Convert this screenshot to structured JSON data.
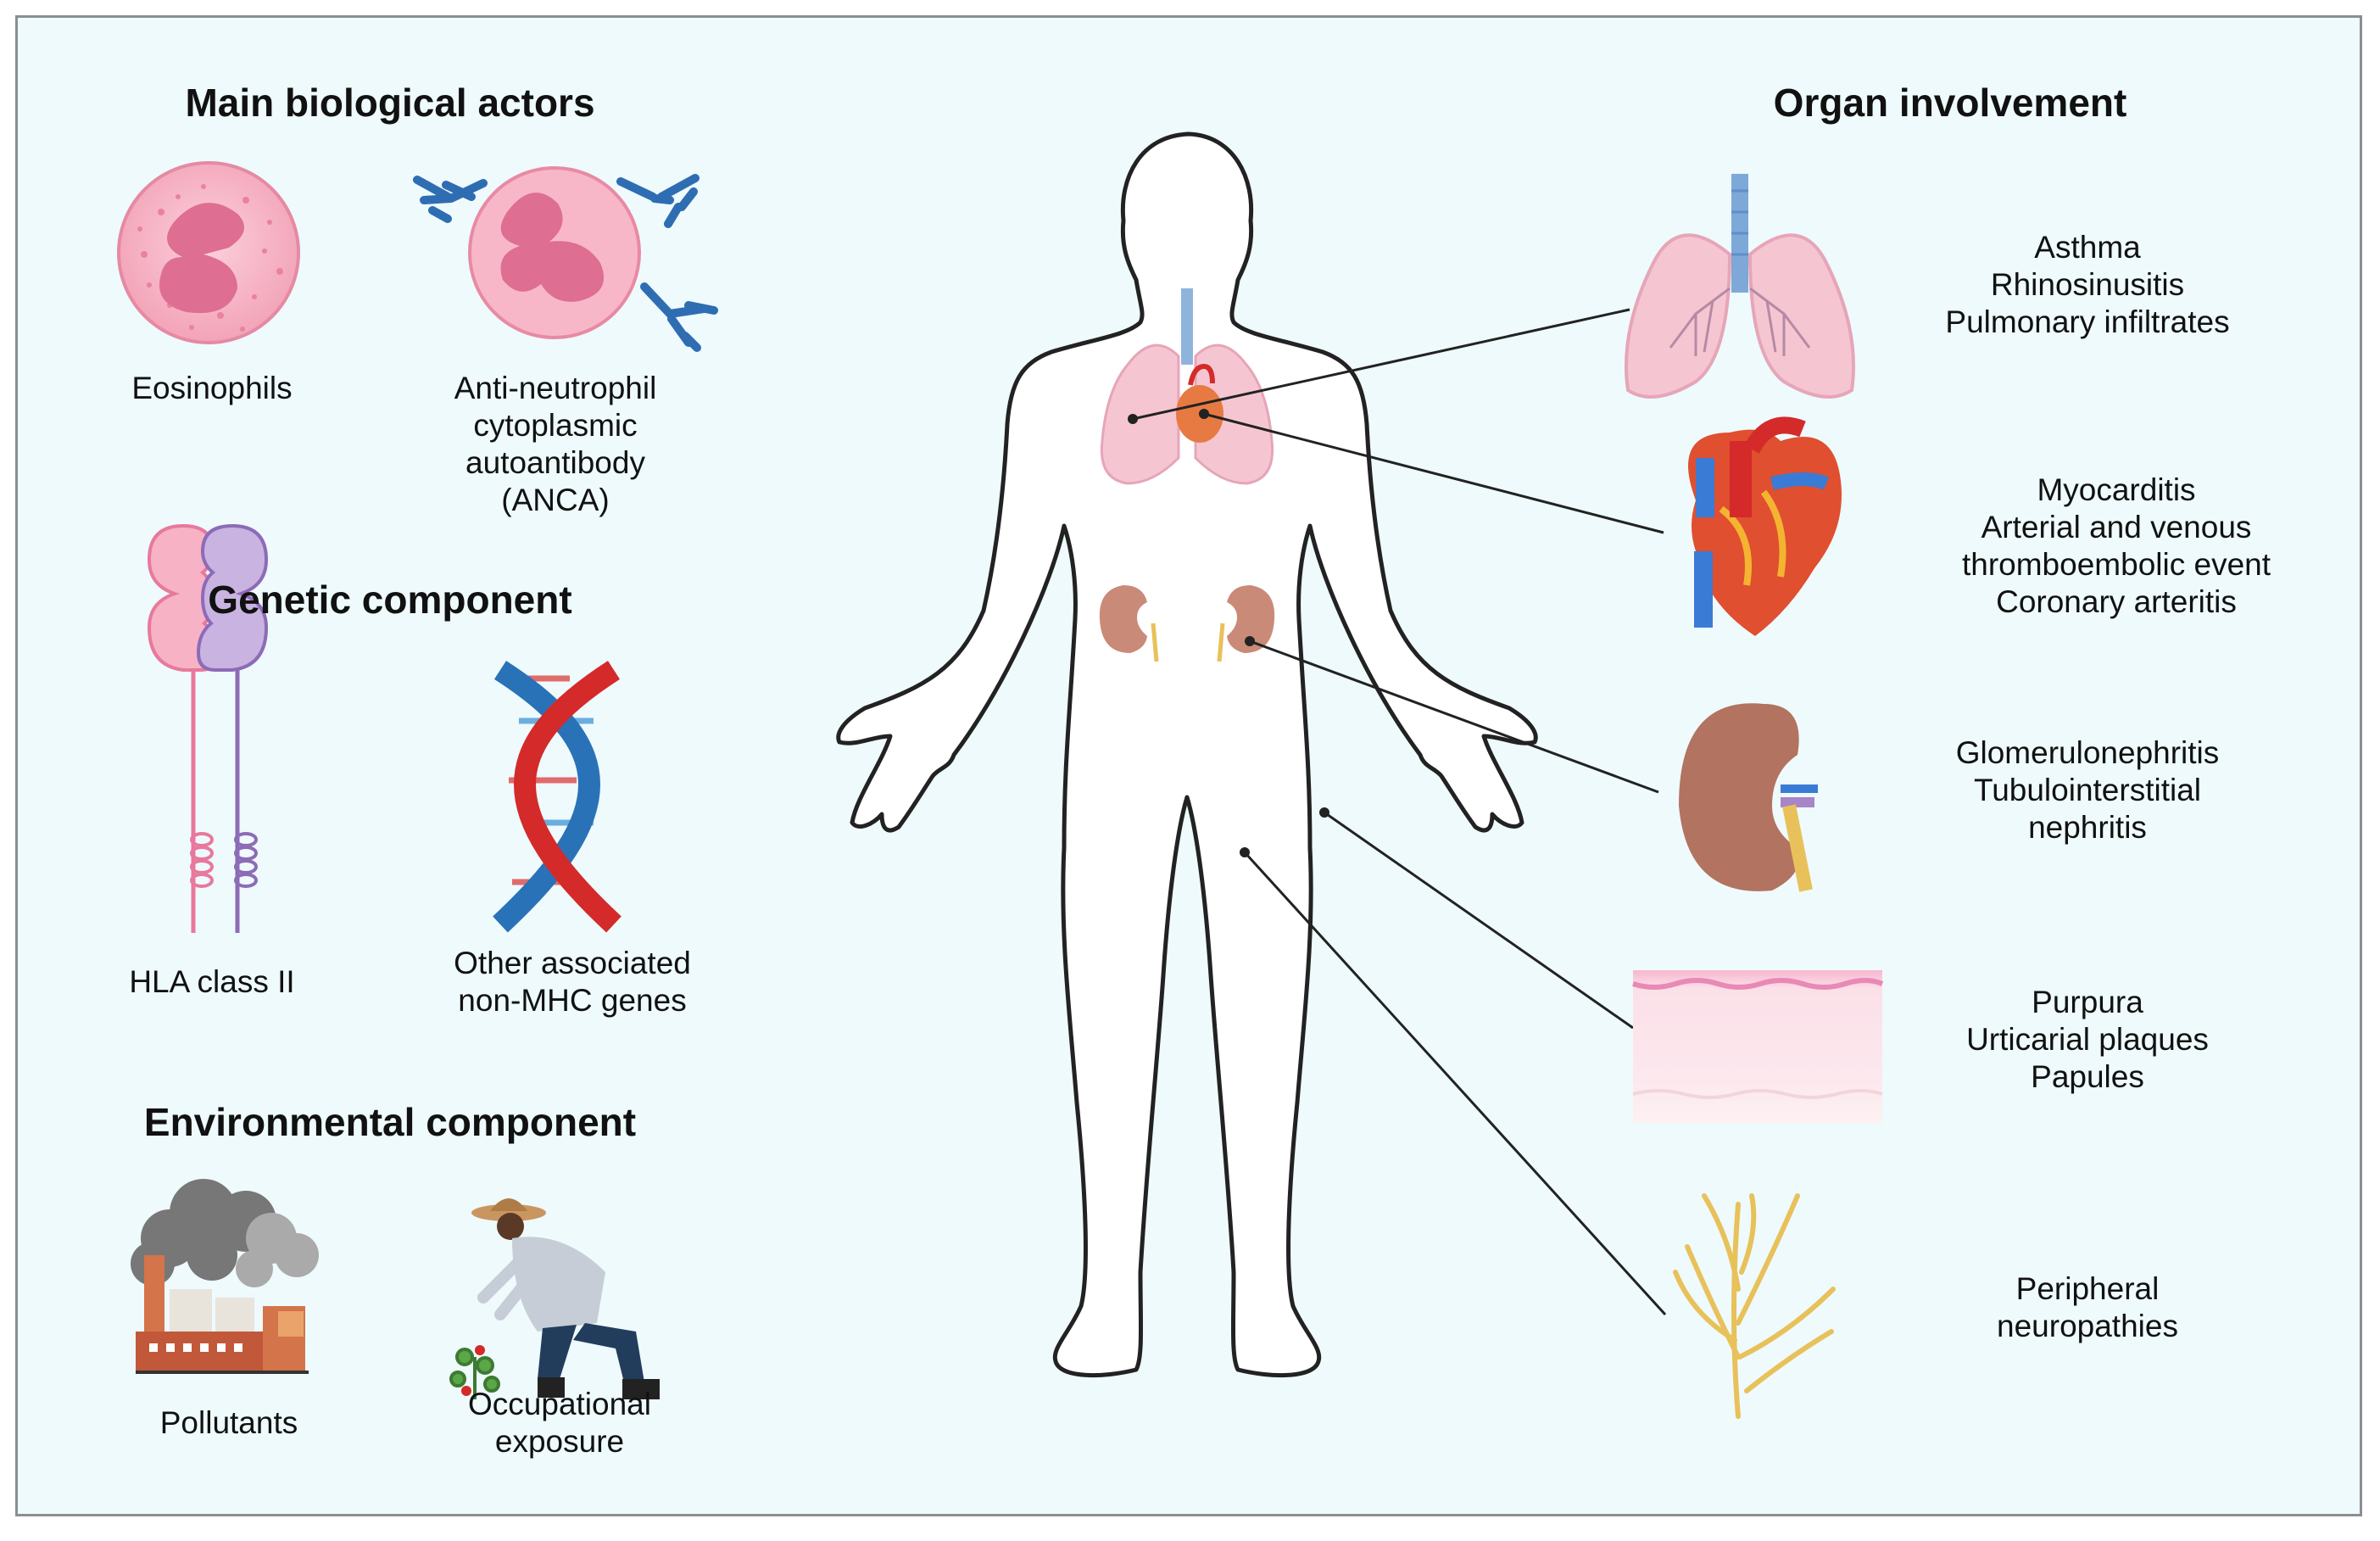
{
  "sections": {
    "biological": {
      "title": "Main biological actors",
      "items": [
        {
          "label": [
            "Eosinophils"
          ],
          "icon": "eosinophil-icon"
        },
        {
          "label": [
            "Anti-neutrophil",
            "cytoplasmic",
            "autoantibody",
            "(ANCA)"
          ],
          "icon": "anca-neutrophil-icon"
        }
      ]
    },
    "genetic": {
      "title": "Genetic component",
      "items": [
        {
          "label": [
            "HLA class II"
          ],
          "icon": "hla-molecule-icon"
        },
        {
          "label": [
            "Other associated",
            "non-MHC genes"
          ],
          "icon": "dna-helix-icon"
        }
      ]
    },
    "environmental": {
      "title": "Environmental component",
      "items": [
        {
          "label": [
            "Pollutants"
          ],
          "icon": "factory-pollution-icon"
        },
        {
          "label": [
            "Occupational",
            "exposure"
          ],
          "icon": "farmer-icon"
        }
      ]
    }
  },
  "organs": {
    "title": "Organ involvement",
    "items": [
      {
        "organ": "lung",
        "icon": "lung-icon",
        "label": [
          "Asthma",
          "Rhinosinusitis",
          "Pulmonary infiltrates"
        ]
      },
      {
        "organ": "heart",
        "icon": "heart-icon",
        "label": [
          "Myocarditis",
          "Arterial and venous",
          "thromboembolic event",
          "Coronary arteritis"
        ]
      },
      {
        "organ": "kidney",
        "icon": "kidney-icon",
        "label": [
          "Glomerulonephritis",
          "Tubulointerstitial",
          "nephritis"
        ]
      },
      {
        "organ": "skin",
        "icon": "skin-layer-icon",
        "label": [
          "Purpura",
          "Urticarial plaques",
          "Papules"
        ]
      },
      {
        "organ": "nerve",
        "icon": "nerve-icon",
        "label": [
          "Peripheral",
          "neuropathies"
        ]
      }
    ]
  },
  "colors": {
    "background": "#eefafc",
    "border": "#8a8f93",
    "body_outline": "#222222",
    "cell_pink": "#f3a7bd",
    "antibody_blue": "#2f6db3",
    "dna_red": "#d42a2a",
    "dna_blue": "#2a72b8",
    "kidney": "#b27360",
    "nerve": "#e8c15a"
  }
}
